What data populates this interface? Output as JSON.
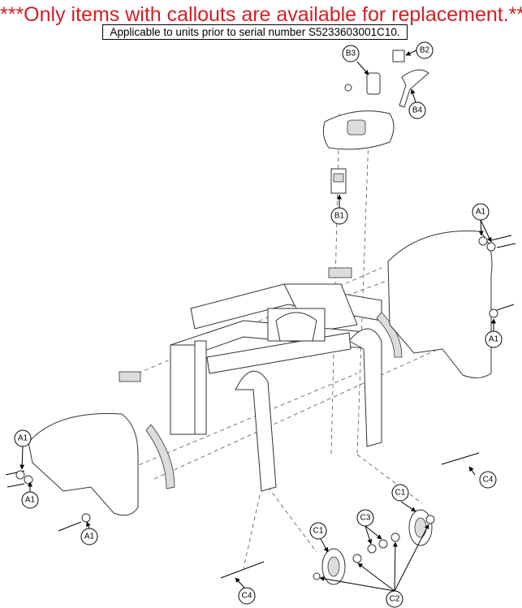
{
  "header": {
    "banner": "***Only items with callouts are available for replacement.***",
    "notice": "Applicable to units prior to serial number S5233603001C10."
  },
  "colors": {
    "banner": "#d11f25",
    "line": "#333333",
    "shade": "#dcdcdc"
  },
  "callouts": {
    "a1": "A1",
    "b1": "B1",
    "b2": "B2",
    "b3": "B3",
    "b4": "B4",
    "c1": "C1",
    "c2": "C2",
    "c3": "C3",
    "c4": "C4"
  }
}
